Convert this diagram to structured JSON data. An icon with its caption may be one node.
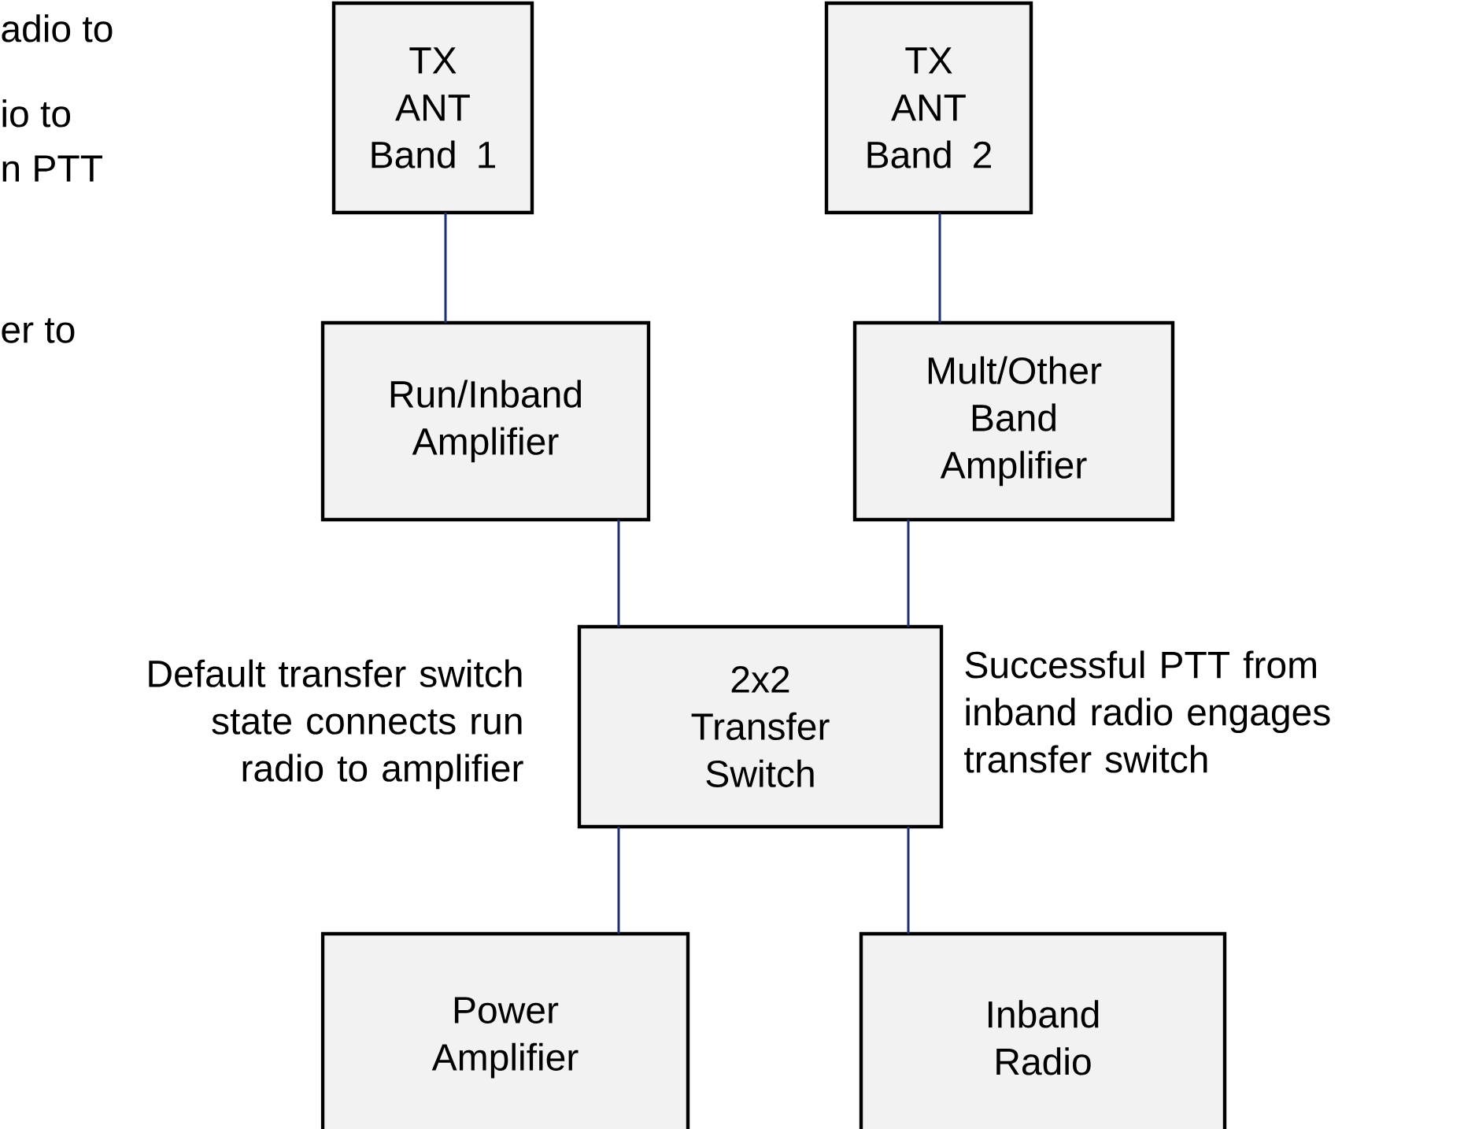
{
  "diagram": {
    "nodes": [
      {
        "text": [
          "TX ANT Band 1"
        ]
      },
      {
        "text": [
          "TX ANT Band 2"
        ]
      },
      {
        "text": [
          "Run/Inband Amplifier"
        ]
      },
      {
        "text": [
          "Mult/Other Band Amplifier"
        ]
      },
      {
        "text": [
          "2x2 Transfer Switch"
        ]
      },
      {
        "text": [
          "Power Amplifier"
        ]
      },
      {
        "text": [
          "Inband Radio"
        ]
      }
    ],
    "edges": [
      {
        "from": 0,
        "to": 2,
        "arrow": "none"
      },
      {
        "from": 1,
        "to": 3,
        "arrow": "none"
      },
      {
        "from": 2,
        "to": 4,
        "arrow": "none"
      },
      {
        "from": 3,
        "to": 4,
        "arrow": "none"
      },
      {
        "from": 4,
        "to": 5,
        "arrow": "none"
      },
      {
        "from": 4,
        "to": 6,
        "arrow": "none"
      }
    ],
    "labels": [
      "adio to",
      "io to",
      "n PTT",
      "er to",
      "Default transfer switch state connects run radio to amplifier",
      "Successful PTT from inband radio engages transfer switch"
    ]
  }
}
